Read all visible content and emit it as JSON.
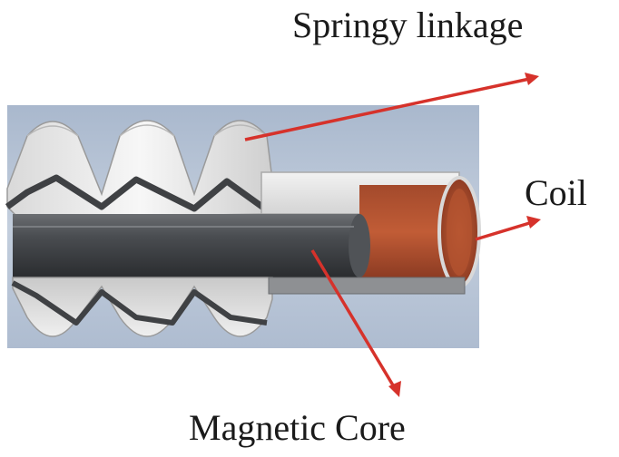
{
  "labels": {
    "springy_linkage": "Springy linkage",
    "coil": "Coil",
    "magnetic_core": "Magnetic Core"
  },
  "colors": {
    "arrow": "#d6322b",
    "background_panel": "#b9c6d8",
    "bellows": "#e9e9e9",
    "core": "#3d3f42",
    "coil": "#b4502f"
  }
}
